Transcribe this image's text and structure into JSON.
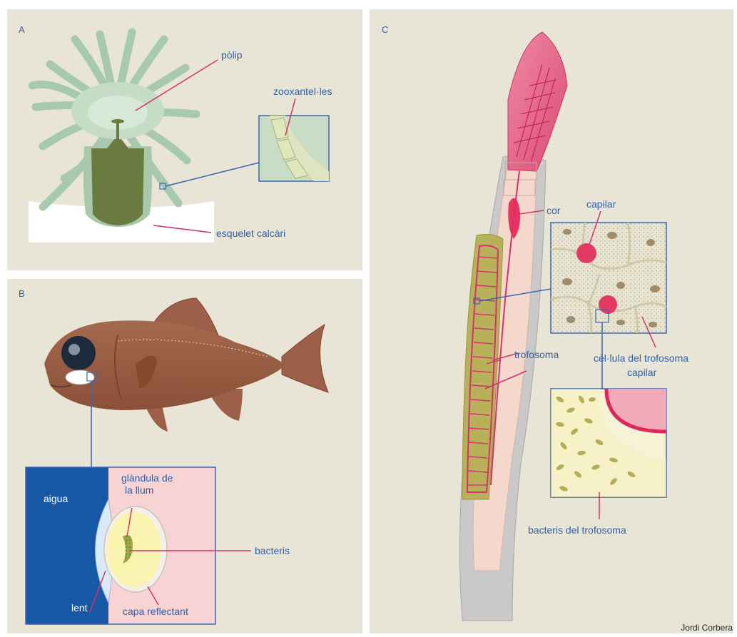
{
  "panels": {
    "a": {
      "letter": "A",
      "labels": {
        "polyp": "pòlip",
        "zoox": "zooxantel·les",
        "skeleton": "esquelet calcàri"
      }
    },
    "b": {
      "letter": "B",
      "labels": {
        "water": "aigua",
        "gland": "glàndula de\nla llum",
        "gland_line1": "glàndula de",
        "gland_line2": "la llum",
        "bacteria": "bacteris",
        "lens": "lent",
        "reflect": "capa reflectant"
      }
    },
    "c": {
      "letter": "C",
      "labels": {
        "heart": "cor",
        "capillary1": "capilar",
        "trophosome": "trofosoma",
        "trophocell": "cèl·lula del trofosoma",
        "capillary2": "capilar",
        "trophobact": "bacteris del trofosoma"
      }
    }
  },
  "credit": "Jordi Corbera",
  "colors": {
    "panel_bg": "#e9e5d6",
    "label": "#2f5fa8",
    "leader": "#d4326e",
    "box_border": "#3a67b4"
  }
}
